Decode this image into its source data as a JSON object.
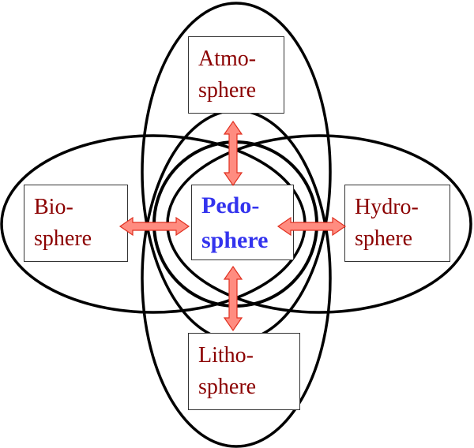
{
  "diagram": {
    "spheres": {
      "atmosphere": {
        "line1": "Atmo-",
        "line2": "sphere"
      },
      "biosphere": {
        "line1": "Bio-",
        "line2": "sphere"
      },
      "hydrosphere": {
        "line1": "Hydro-",
        "line2": "sphere"
      },
      "lithosphere": {
        "line1": "Litho-",
        "line2": "sphere"
      },
      "pedosphere": {
        "line1": "Pedo-",
        "line2": "sphere"
      }
    },
    "colors": {
      "outline": "#000000",
      "label": "#8b0000",
      "center_label": "#3333ee",
      "arrow_fill": "#ff8c80",
      "arrow_stroke": "#e03020"
    }
  }
}
